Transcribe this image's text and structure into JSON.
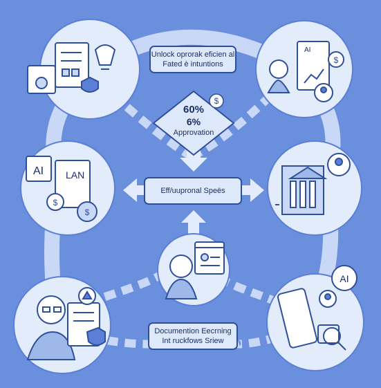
{
  "colors": {
    "background": "#6a8fdc",
    "circle_fill": "#e3ecfb",
    "outline": "#2f4f99",
    "accent": "#5b7fd6",
    "ring": "#c9d8f6"
  },
  "top_box": {
    "line1": "Unlock oprorak eficien al",
    "line2": "Fated è intuntions"
  },
  "center_diamond": {
    "line1": "60%",
    "line2": "6%",
    "line3": "Approvation"
  },
  "center_box": {
    "text": "Eff/uupronal Speës"
  },
  "bottom_box": {
    "line1": "Documention Eecrning",
    "line2": "Int  ruckfows Sriew"
  },
  "icons": {
    "top_left": "document-lightbulb-shield-icon",
    "top_right": "ai-report-person-icon",
    "mid_left": "ai-lan-documents-coins-icon",
    "mid_right": "bank-building-gear-icon",
    "center_bottom": "person-browser-icon",
    "bottom_left": "thinking-person-documents-icon",
    "bottom_right": "tablet-ai-chat-icon"
  },
  "labels": {
    "ai_top_right": "AI",
    "ai_mid_left": "AI",
    "lan_mid_left": "LAN",
    "ai_bottom_right": "AI"
  }
}
